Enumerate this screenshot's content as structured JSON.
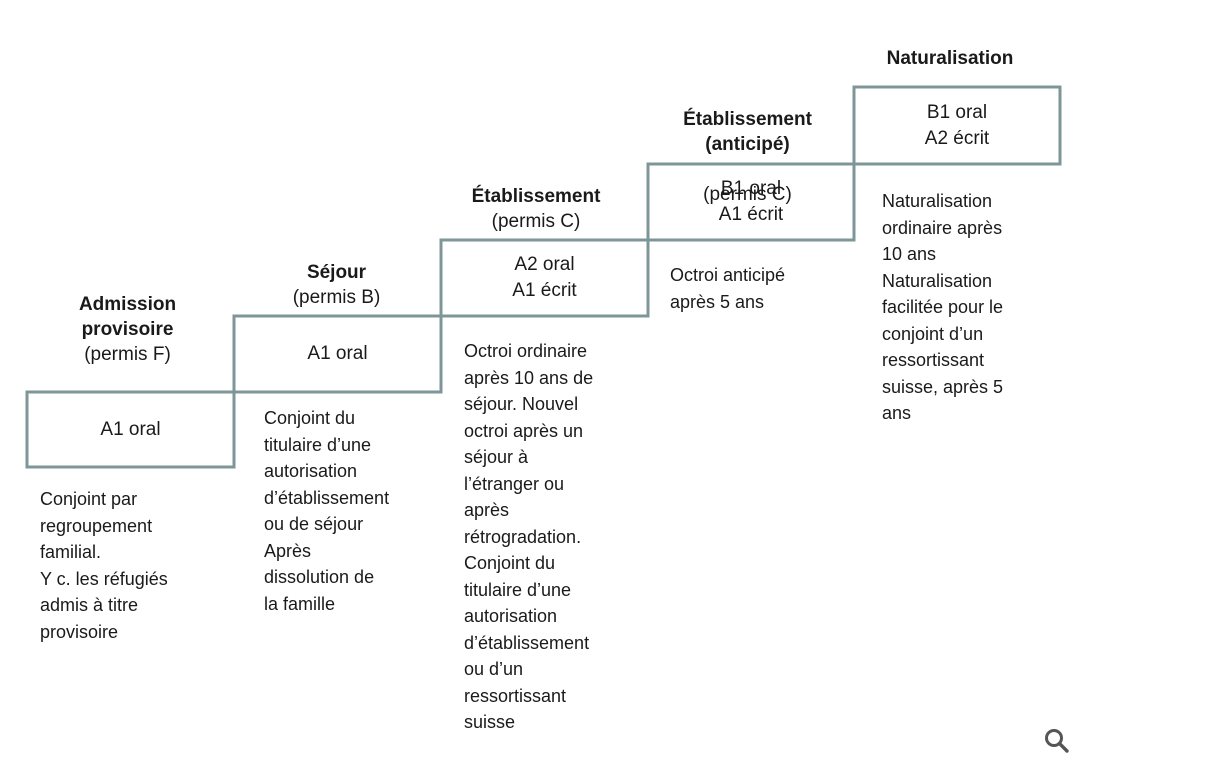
{
  "steps": [
    {
      "name": "Admission provisoire",
      "permit": "(permis F)",
      "oral": "A1 oral",
      "written": "",
      "description": "Conjoint par\nregroupement\nfamilial.\nY c. les réfugiés\nadmis à titre\nprovisoire"
    },
    {
      "name": "Séjour",
      "permit": "(permis B)",
      "oral": "A1 oral",
      "written": "",
      "description": "Conjoint du\ntitulaire d’une\nautorisation\nd’établissement\nou de séjour\nAprès\ndissolution de\nla famille"
    },
    {
      "name": "Établissement",
      "permit": "(permis C)",
      "oral": "A2 oral",
      "written": "A1 écrit",
      "description": "Octroi ordinaire\naprès 10 ans de\nséjour. Nouvel\noctroi après un\nséjour à\nl’étranger ou\naprès\nrétrogradation.\nConjoint du\ntitulaire d’une\nautorisation\nd’établissement\nou d’un\nressortissant\nsuisse"
    },
    {
      "name": "Établissement\n(anticipé)",
      "permit": "(permis C)",
      "oral": "B1 oral",
      "written": "A1 écrit",
      "description": "Octroi anticipé\naprès 5 ans"
    },
    {
      "name": "Naturalisation",
      "permit": "",
      "oral": "B1 oral",
      "written": "A2 écrit",
      "description": "Naturalisation\nordinaire après\n10 ans\nNaturalisation\nfacilitée pour le\nconjoint d’un\nressortissant\nsuisse, après 5\nans"
    }
  ],
  "colors": {
    "stair_line": "#7f9698",
    "text": "#1a1a1a",
    "icon": "#555555"
  },
  "icons": {
    "search": "search-icon"
  }
}
